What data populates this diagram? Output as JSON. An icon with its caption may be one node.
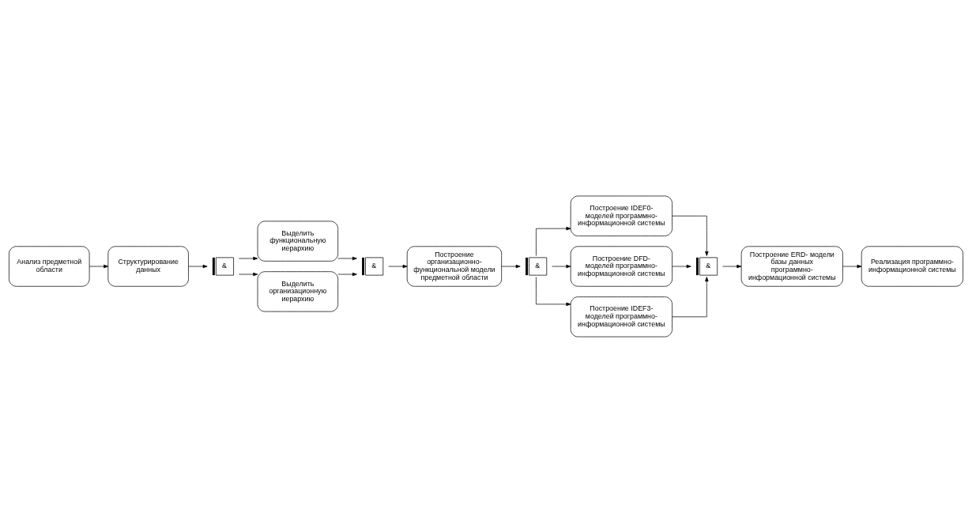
{
  "diagram": {
    "nodes": [
      {
        "text": [
          "Анализ предметной области"
        ]
      },
      {
        "text": [
          "Структурирование данных"
        ]
      },
      {
        "text": [
          "&"
        ]
      },
      {
        "text": [
          "Выделить функциональную иерархию"
        ]
      },
      {
        "text": [
          "Выделить организационную иерархию"
        ]
      },
      {
        "text": [
          "&"
        ]
      },
      {
        "text": [
          "Построение организационно- функциональной модели предметной области"
        ]
      },
      {
        "text": [
          "&"
        ]
      },
      {
        "text": [
          "Построение IDEF0- моделей программно- информационной системы"
        ]
      },
      {
        "text": [
          "Построение DFD- моделей программно- информационной системы"
        ]
      },
      {
        "text": [
          "Построение IDEF3- моделей программно- информационной системы"
        ]
      },
      {
        "text": [
          "&"
        ]
      },
      {
        "text": [
          "Построение ERD- модели базы данных программно- информационной системы"
        ]
      },
      {
        "text": [
          "Реализация программно- информационной системы"
        ]
      }
    ],
    "edges": [
      {
        "from": 0,
        "to": 1,
        "arrow": "to"
      },
      {
        "from": 1,
        "to": 2,
        "arrow": "to"
      },
      {
        "from": 2,
        "to": 3,
        "arrow": "to"
      },
      {
        "from": 2,
        "to": 4,
        "arrow": "to"
      },
      {
        "from": 3,
        "to": 5,
        "arrow": "to"
      },
      {
        "from": 4,
        "to": 5,
        "arrow": "to"
      },
      {
        "from": 5,
        "to": 6,
        "arrow": "to"
      },
      {
        "from": 6,
        "to": 7,
        "arrow": "to"
      },
      {
        "from": 7,
        "to": 8,
        "arrow": "to"
      },
      {
        "from": 7,
        "to": 9,
        "arrow": "to"
      },
      {
        "from": 7,
        "to": 10,
        "arrow": "to"
      },
      {
        "from": 8,
        "to": 11,
        "arrow": "to"
      },
      {
        "from": 9,
        "to": 11,
        "arrow": "to"
      },
      {
        "from": 10,
        "to": 11,
        "arrow": "to"
      },
      {
        "from": 11,
        "to": 12,
        "arrow": "to"
      },
      {
        "from": 12,
        "to": 13,
        "arrow": "to"
      }
    ]
  }
}
